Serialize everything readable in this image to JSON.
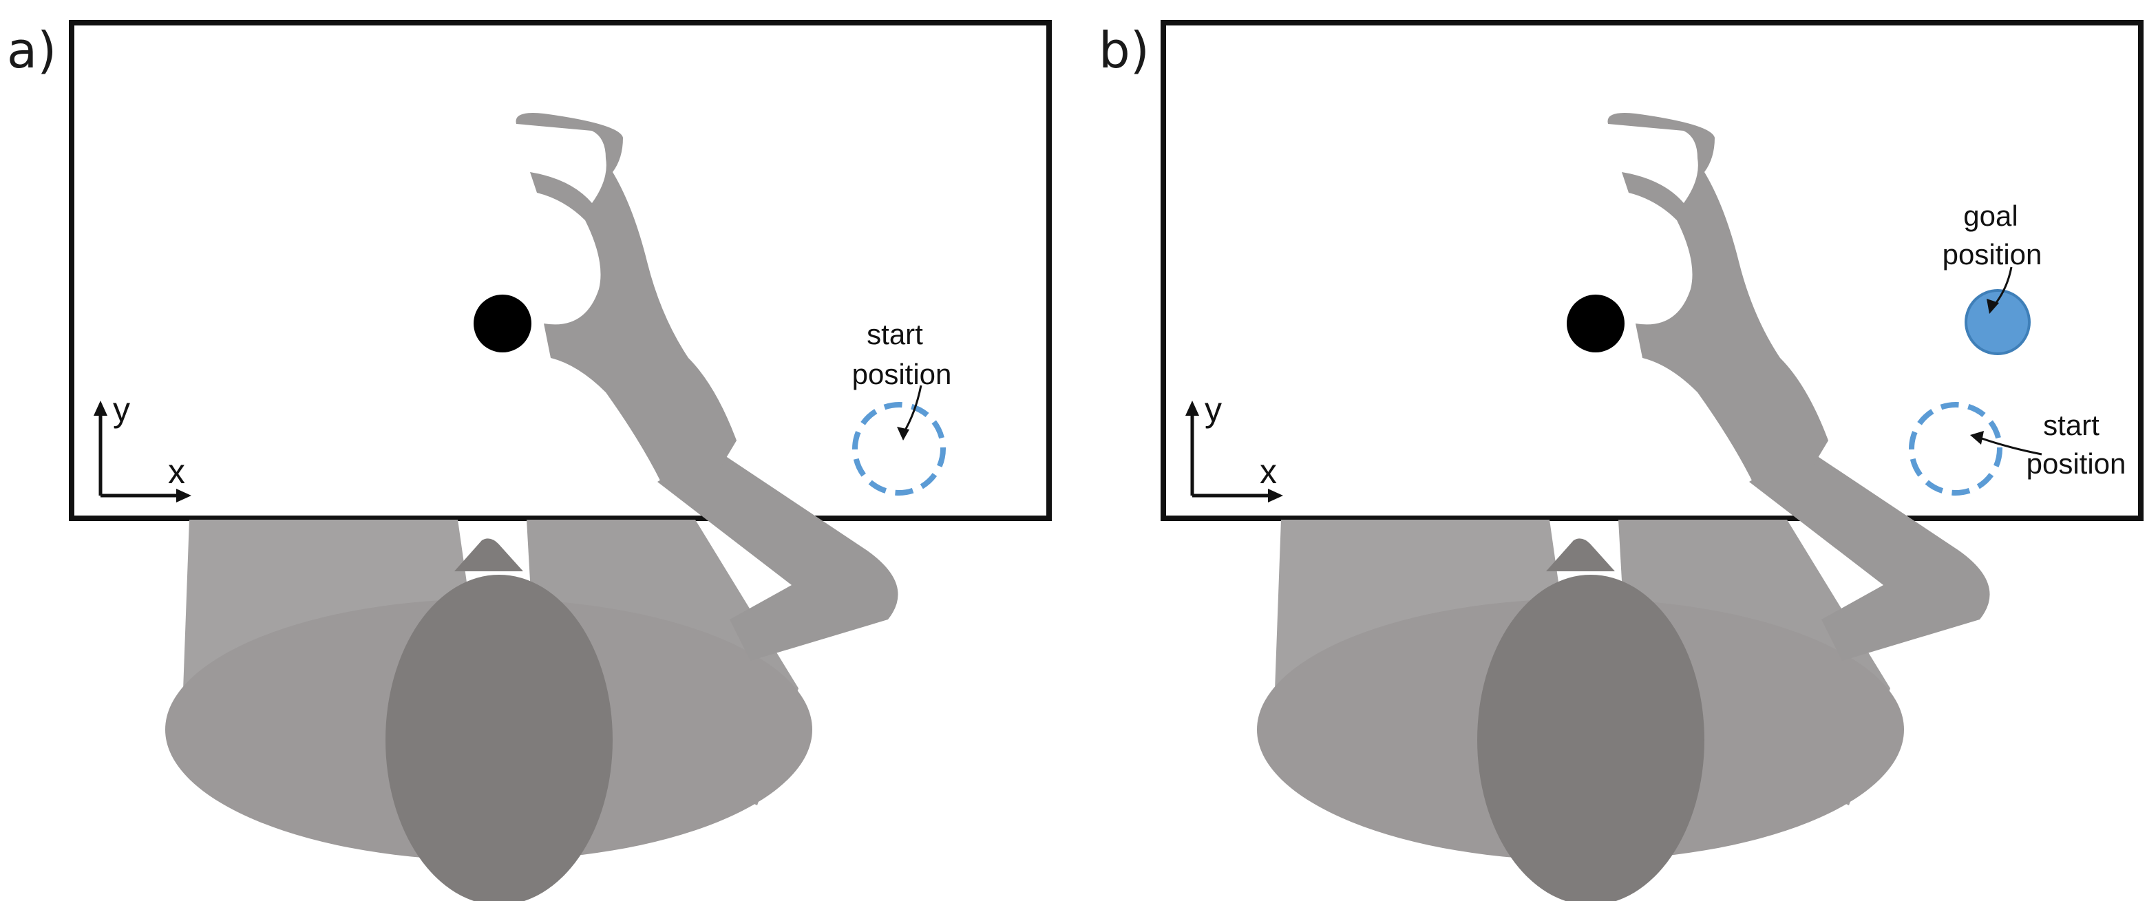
{
  "panels": [
    {
      "label": "a)",
      "axis": {
        "x_label": "x",
        "y_label": "y"
      },
      "annotations": {
        "start_line1": "start",
        "start_line2": "position"
      }
    },
    {
      "label": "b)",
      "axis": {
        "x_label": "x",
        "y_label": "y"
      },
      "annotations": {
        "goal_line1": "goal",
        "goal_line2": "position",
        "start_line1": "start",
        "start_line2": "position"
      }
    }
  ],
  "colors": {
    "frame": "#111111",
    "torso": "#9c9999",
    "shoulder": "#a4a2a2",
    "arm": "#9a9898",
    "head": "#7f7c7b",
    "ball": "#000000",
    "start_marker": "#5b9bd5",
    "goal_marker": "#5b9bd5"
  }
}
